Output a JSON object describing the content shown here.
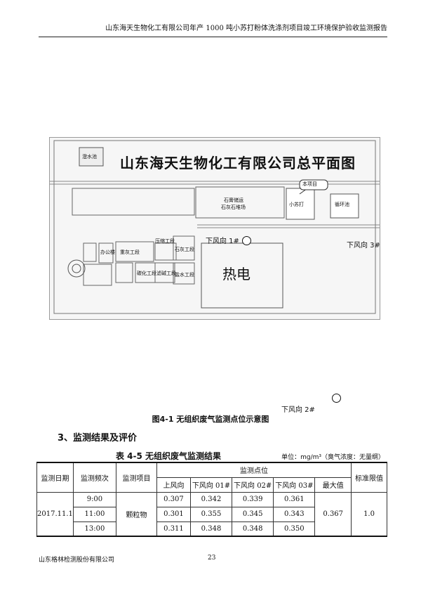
{
  "header": {
    "title": "山东海天生物化工有限公司年产 1000 吨小苏打粉体洗涤剂项目竣工环境保护验收监测报告"
  },
  "sitemap": {
    "title": "山东海天生物化工有限公司总平面图",
    "labels": {
      "water_pool": "澄水池",
      "this_project": "本项目",
      "baking_soda": "小苏打",
      "limestone_yard": "石膏储运",
      "limestone_yard_2": "石灰石堆场",
      "circulating_pool": "循环池",
      "office": "办公楼",
      "workshop_a": "压缩工段",
      "workshop_b": "石灰工段",
      "workshop_c": "重灰工段",
      "workshop_d": "碳化工段",
      "workshop_e": "滤碱工段",
      "workshop_f": "盐水工段",
      "power_plant": "热电"
    },
    "points": {
      "upwind_1": "下风向 1#",
      "downwind_2": "下风向 2#",
      "downwind_3": "下风向 3#"
    }
  },
  "figure": {
    "caption": "图4-1  无组织废气监测点位示意图"
  },
  "section": {
    "heading": "3、监测结果及评价"
  },
  "table": {
    "title": "表 4-5  无组织废气监测结果",
    "unit_note": "单位：mg/m³（臭气浓度：无量纲）",
    "headers": {
      "date": "监测日期",
      "frequency": "监测频次",
      "item": "监测项目",
      "points": "监测点位",
      "standard": "标准限值",
      "upwind": "上风向",
      "down1": "下风向 01#",
      "down2": "下风向 02#",
      "down3": "下风向 03#",
      "max": "最大值"
    },
    "date": "2017.11.1",
    "item": "颗粒物",
    "rows": [
      {
        "time": "9:00",
        "upwind": "0.307",
        "down1": "0.342",
        "down2": "0.339",
        "down3": "0.361"
      },
      {
        "time": "11:00",
        "upwind": "0.301",
        "down1": "0.355",
        "down2": "0.345",
        "down3": "0.343"
      },
      {
        "time": "13:00",
        "upwind": "0.311",
        "down1": "0.348",
        "down2": "0.348",
        "down3": "0.350"
      }
    ],
    "max": "0.367",
    "standard": "1.0"
  },
  "footer": {
    "company": "山东格林检测股份有限公司",
    "page": "23"
  }
}
